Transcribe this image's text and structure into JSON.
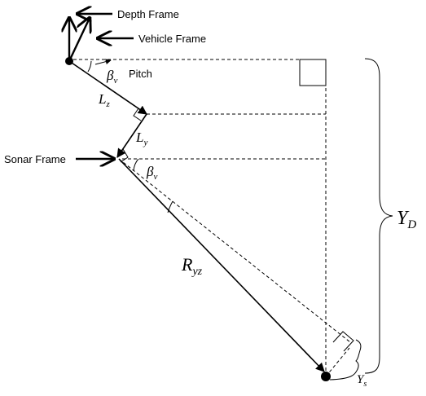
{
  "labels": {
    "depth_frame": "Depth Frame",
    "vehicle_frame": "Vehicle Frame",
    "pitch": "Pitch",
    "sonar_frame": "Sonar Frame"
  },
  "symbols": {
    "beta": "β",
    "beta_sub": "v",
    "lz": "L",
    "lz_sub": "z",
    "ly": "L",
    "ly_sub": "y",
    "ryz": "R",
    "ryz_sub": "yz",
    "yd": "Y",
    "yd_sub": "D",
    "ys": "Y",
    "ys_sub": "s"
  }
}
